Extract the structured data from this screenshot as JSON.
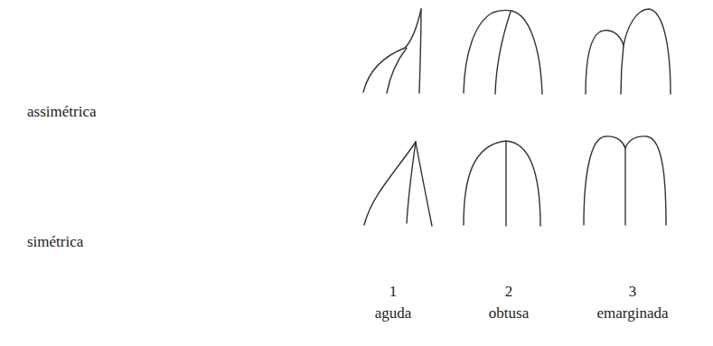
{
  "diagram": {
    "labels": [
      "assimétrica",
      "simétrica",
      "1",
      "aguda",
      "2",
      "obtusa",
      "3",
      "emarginada"
    ]
  }
}
